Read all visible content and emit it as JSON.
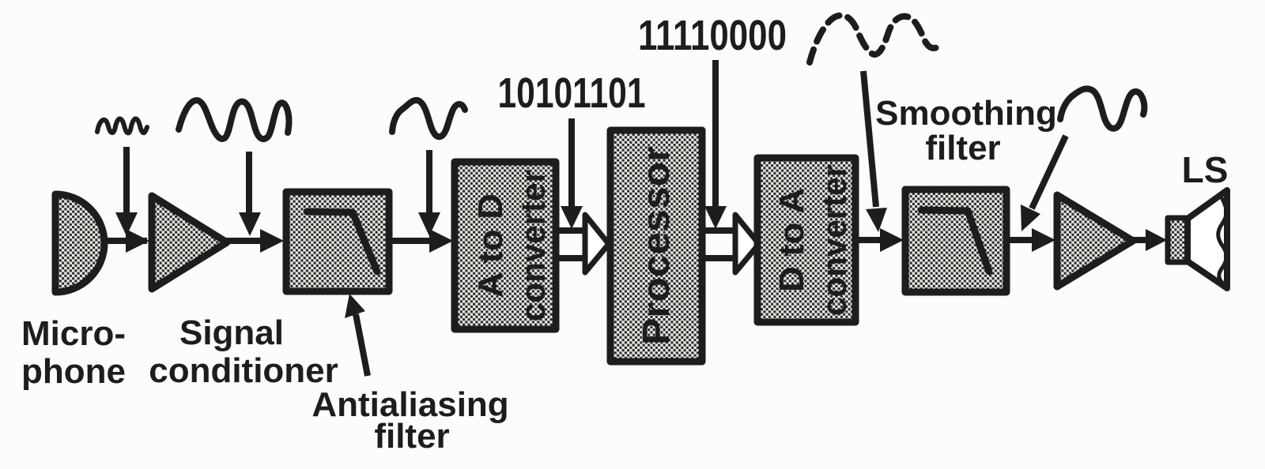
{
  "palette": {
    "ink": "#1d1d1b",
    "paper": "#fcfcfa",
    "fill_base": "#e9e9e6",
    "fill_dot": "#30302e"
  },
  "stages": {
    "microphone": {
      "label_line1": "Micro-",
      "label_line2": "phone"
    },
    "signal_conditioner": {
      "label_line1": "Signal",
      "label_line2": "conditioner"
    },
    "antialiasing_filter": {
      "label_line1": "Antialiasing",
      "label_line2": "filter"
    },
    "adc": {
      "label_line1": "A to D",
      "label_line2": "converter"
    },
    "processor": {
      "label": "Processor"
    },
    "dac": {
      "label_line1": "D to A",
      "label_line2": "converter"
    },
    "smoothing_filter": {
      "label_line1": "Smoothing",
      "label_line2": "filter"
    },
    "loudspeaker": {
      "label": "LS"
    }
  },
  "annotations": {
    "adc_output_bits": "10101101",
    "processor_output_bits": "11110000"
  }
}
